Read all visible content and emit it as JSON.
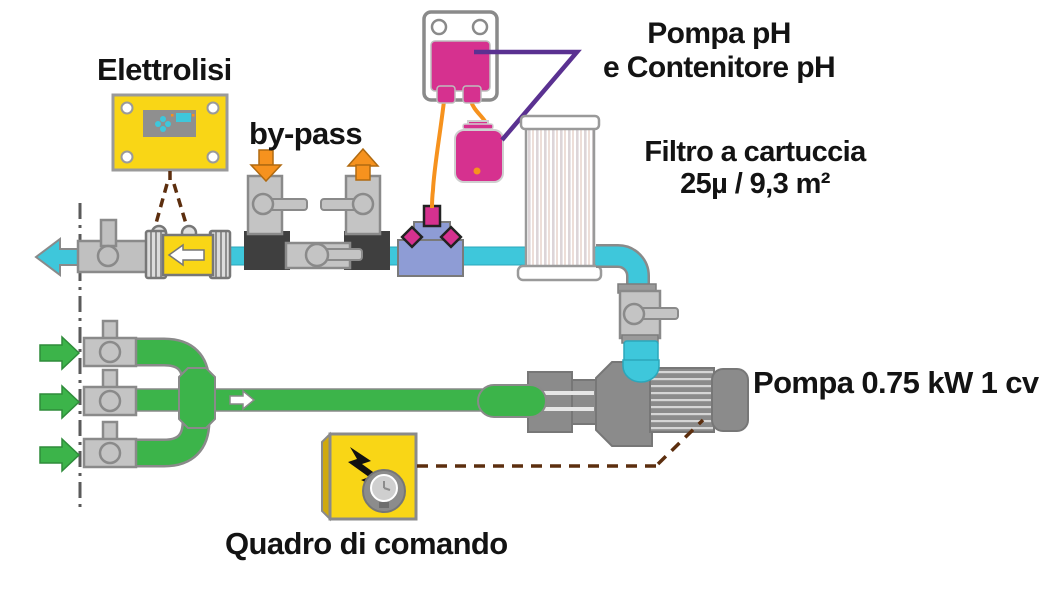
{
  "labels": {
    "elettrolisi": "Elettrolisi",
    "bypass": "by-pass",
    "pompa_ph": [
      "Pompa pH",
      "e Contenitore pH"
    ],
    "filtro": [
      "Filtro a cartuccia",
      "25µ / 9,3 m²"
    ],
    "pompa": "Pompa 0.75 kW 1 cv",
    "quadro": "Quadro di comando"
  },
  "colors": {
    "pipe_cyan": "#3EC7DB",
    "pipe_green": "#3CB44A",
    "accent_yellow": "#F9D616",
    "accent_magenta": "#D6318F",
    "connector_purple": "#5A3191",
    "tube_orange": "#F6921E",
    "arrow_orange": "#F6921E",
    "valve_gray": "#C4C4C4",
    "fitting_dark": "#3F3F3F",
    "pump_gray": "#8B8B8B",
    "manifold_periwinkle": "#8E9CD5",
    "dash_brown": "#5C2E0E",
    "text_black": "#131313"
  }
}
